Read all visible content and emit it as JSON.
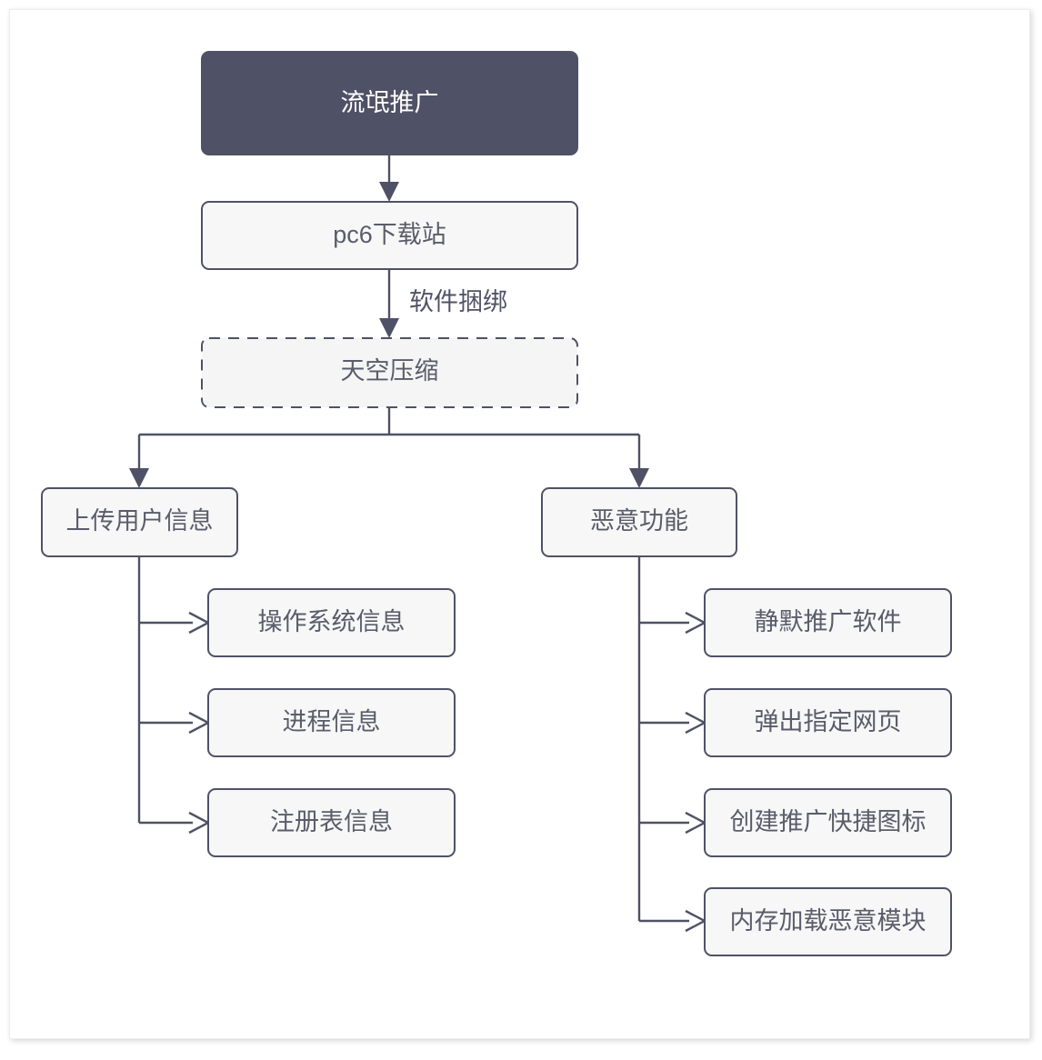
{
  "diagram": {
    "title_node": {
      "label": "流氓推广"
    },
    "nodes": [
      {
        "id": "root",
        "label": "流氓推广",
        "style": "filled"
      },
      {
        "id": "pc6",
        "label": "pc6下载站",
        "style": "outlined"
      },
      {
        "id": "sky",
        "label": "天空压缩",
        "style": "dashed"
      },
      {
        "id": "upload",
        "label": "上传用户信息",
        "style": "outlined"
      },
      {
        "id": "malware",
        "label": "恶意功能",
        "style": "outlined"
      },
      {
        "id": "os",
        "label": "操作系统信息",
        "style": "outlined"
      },
      {
        "id": "proc",
        "label": "进程信息",
        "style": "outlined"
      },
      {
        "id": "reg",
        "label": "注册表信息",
        "style": "outlined"
      },
      {
        "id": "silent",
        "label": "静默推广软件",
        "style": "outlined"
      },
      {
        "id": "popup",
        "label": "弹出指定网页",
        "style": "outlined"
      },
      {
        "id": "shortcut",
        "label": "创建推广快捷图标",
        "style": "outlined"
      },
      {
        "id": "memmod",
        "label": "内存加载恶意模块",
        "style": "outlined"
      }
    ],
    "edges": [
      {
        "from": "root",
        "to": "pc6",
        "label": ""
      },
      {
        "from": "pc6",
        "to": "sky",
        "label": "软件捆绑"
      },
      {
        "from": "sky",
        "to": "upload",
        "label": ""
      },
      {
        "from": "sky",
        "to": "malware",
        "label": ""
      },
      {
        "from": "upload",
        "to": "os",
        "label": ""
      },
      {
        "from": "upload",
        "to": "proc",
        "label": ""
      },
      {
        "from": "upload",
        "to": "reg",
        "label": ""
      },
      {
        "from": "malware",
        "to": "silent",
        "label": ""
      },
      {
        "from": "malware",
        "to": "popup",
        "label": ""
      },
      {
        "from": "malware",
        "to": "shortcut",
        "label": ""
      },
      {
        "from": "malware",
        "to": "memmod",
        "label": ""
      }
    ],
    "edge_labels": {
      "bundling": "软件捆绑"
    },
    "colors": {
      "node_fill_dark": "#4f5266",
      "node_fill_light": "#f7f7f7",
      "node_stroke": "#4f5266",
      "text_on_dark": "#ffffff",
      "text_on_light": "#5a5c6b",
      "canvas": "#ffffff"
    }
  }
}
